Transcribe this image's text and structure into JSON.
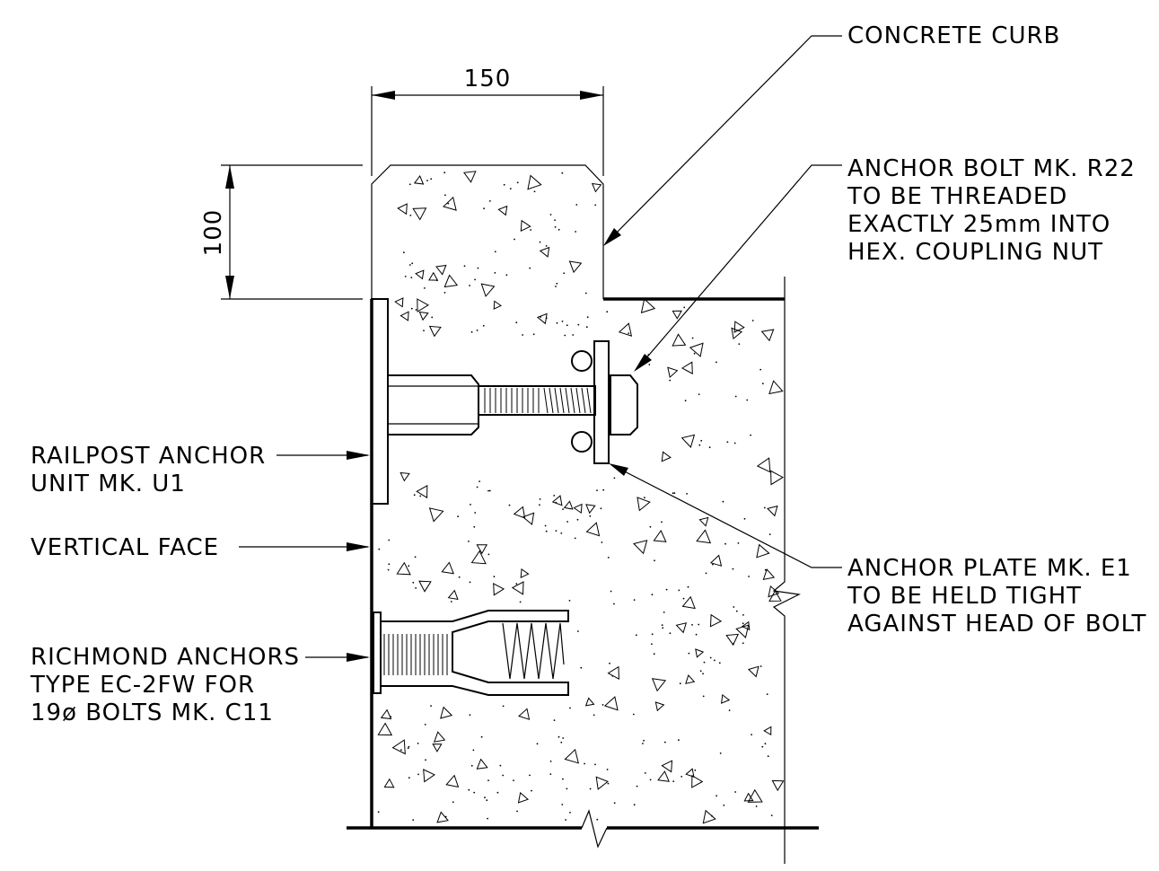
{
  "dimensions": {
    "width_label": "150",
    "height_label": "100"
  },
  "labels": {
    "concrete_curb": [
      "CONCRETE CURB"
    ],
    "anchor_bolt": [
      "ANCHOR BOLT MK. R22",
      "TO BE THREADED",
      "EXACTLY 25mm INTO",
      "HEX. COUPLING NUT"
    ],
    "railpost_anchor": [
      "RAILPOST ANCHOR",
      "UNIT MK. U1"
    ],
    "vertical_face": [
      "VERTICAL FACE"
    ],
    "richmond_anchors": [
      "RICHMOND ANCHORS",
      "TYPE EC-2FW FOR",
      "19ø BOLTS MK. C11"
    ],
    "anchor_plate": [
      "ANCHOR PLATE MK. E1",
      "TO BE HELD TIGHT",
      "AGAINST HEAD OF BOLT"
    ]
  }
}
